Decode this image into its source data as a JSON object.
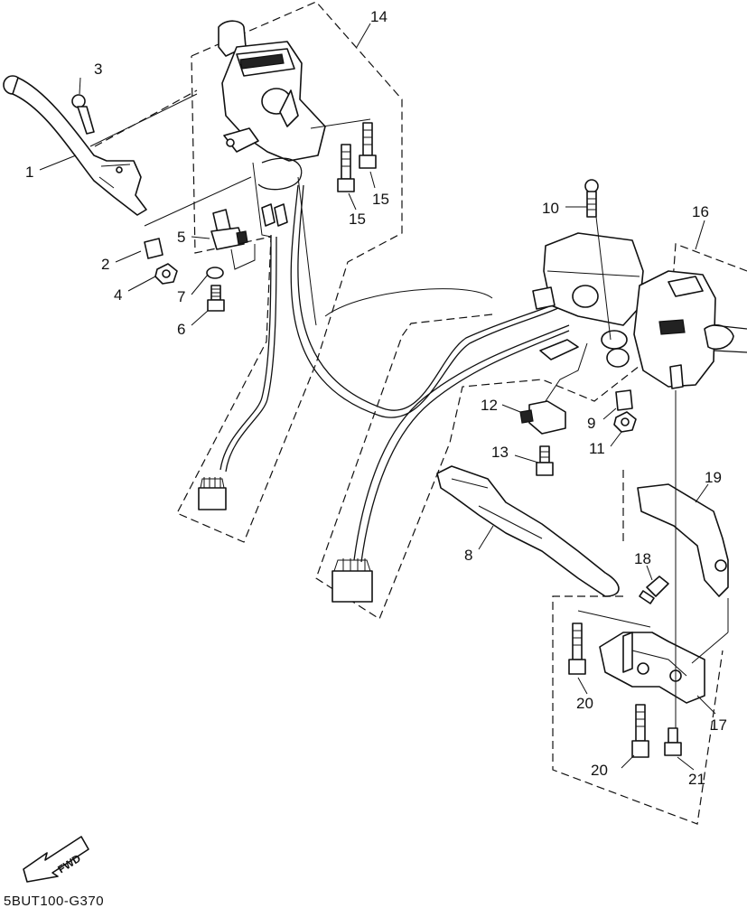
{
  "diagram": {
    "code": "5BUT100-G370",
    "direction_label": "FWD",
    "callouts": {
      "c1": "1",
      "c2": "2",
      "c3": "3",
      "c4": "4",
      "c5": "5",
      "c6": "6",
      "c7": "7",
      "c8": "8",
      "c9": "9",
      "c10": "10",
      "c11": "11",
      "c12": "12",
      "c13": "13",
      "c14": "14",
      "c15a": "15",
      "c15b": "15",
      "c16": "16",
      "c17": "17",
      "c18": "18",
      "c19": "19",
      "c20a": "20",
      "c20b": "20",
      "c21": "21"
    }
  }
}
